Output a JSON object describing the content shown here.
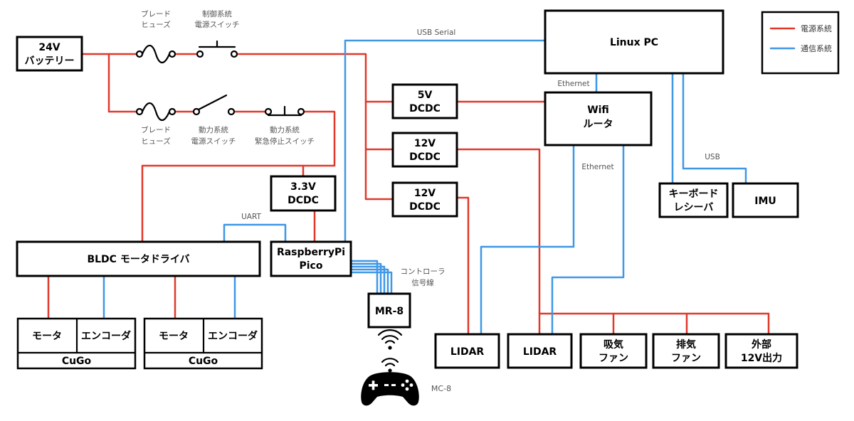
{
  "components": {
    "battery": [
      "24V",
      "バッテリー"
    ],
    "dcdc_5v": [
      "5V",
      "DCDC"
    ],
    "dcdc_12v_a": [
      "12V",
      "DCDC"
    ],
    "dcdc_12v_b": [
      "12V",
      "DCDC"
    ],
    "dcdc_3v3": [
      "3.3V",
      "DCDC"
    ],
    "linux_pc": "Linux PC",
    "wifi_router": [
      "Wifi",
      "ルータ"
    ],
    "keyboard_receiver": [
      "キーボード",
      "レシーバ"
    ],
    "imu": "IMU",
    "bldc_driver": "BLDC モータドライバ",
    "raspberry_pi_pico": [
      "RaspberryPi",
      "Pico"
    ],
    "mr8": "MR-8",
    "cugo_1": {
      "motor": "モータ",
      "encoder": "エンコーダ",
      "name": "CuGo"
    },
    "cugo_2": {
      "motor": "モータ",
      "encoder": "エンコーダ",
      "name": "CuGo"
    },
    "lidar_1": "LIDAR",
    "lidar_2": "LIDAR",
    "intake_fan": [
      "吸気",
      "ファン"
    ],
    "exhaust_fan": [
      "排気",
      "ファン"
    ],
    "external_12v": [
      "外部",
      "12V出力"
    ]
  },
  "labels": {
    "fuse_top": [
      "ブレード",
      "ヒューズ"
    ],
    "control_switch": [
      "制御系統",
      "電源スイッチ"
    ],
    "fuse_bottom": [
      "ブレード",
      "ヒューズ"
    ],
    "drive_switch": [
      "動力系統",
      "電源スイッチ"
    ],
    "estop_switch": [
      "動力系統",
      "緊急停止スイッチ"
    ],
    "usb_serial": "USB Serial",
    "ethernet_pc": "Ethernet",
    "ethernet_lidar": "Ethernet",
    "usb": "USB",
    "uart": "UART",
    "controller_signal": [
      "コントローラ",
      "信号線"
    ],
    "mc8": "MC-8"
  },
  "legend": {
    "power": "電源系統",
    "comm": "通信系統"
  },
  "icons": [
    "wireless-signal-icon",
    "gamepad-icon"
  ],
  "colors": {
    "power_line": "#e0392b",
    "comm_line": "#3f97e6",
    "box_border": "#000000"
  }
}
